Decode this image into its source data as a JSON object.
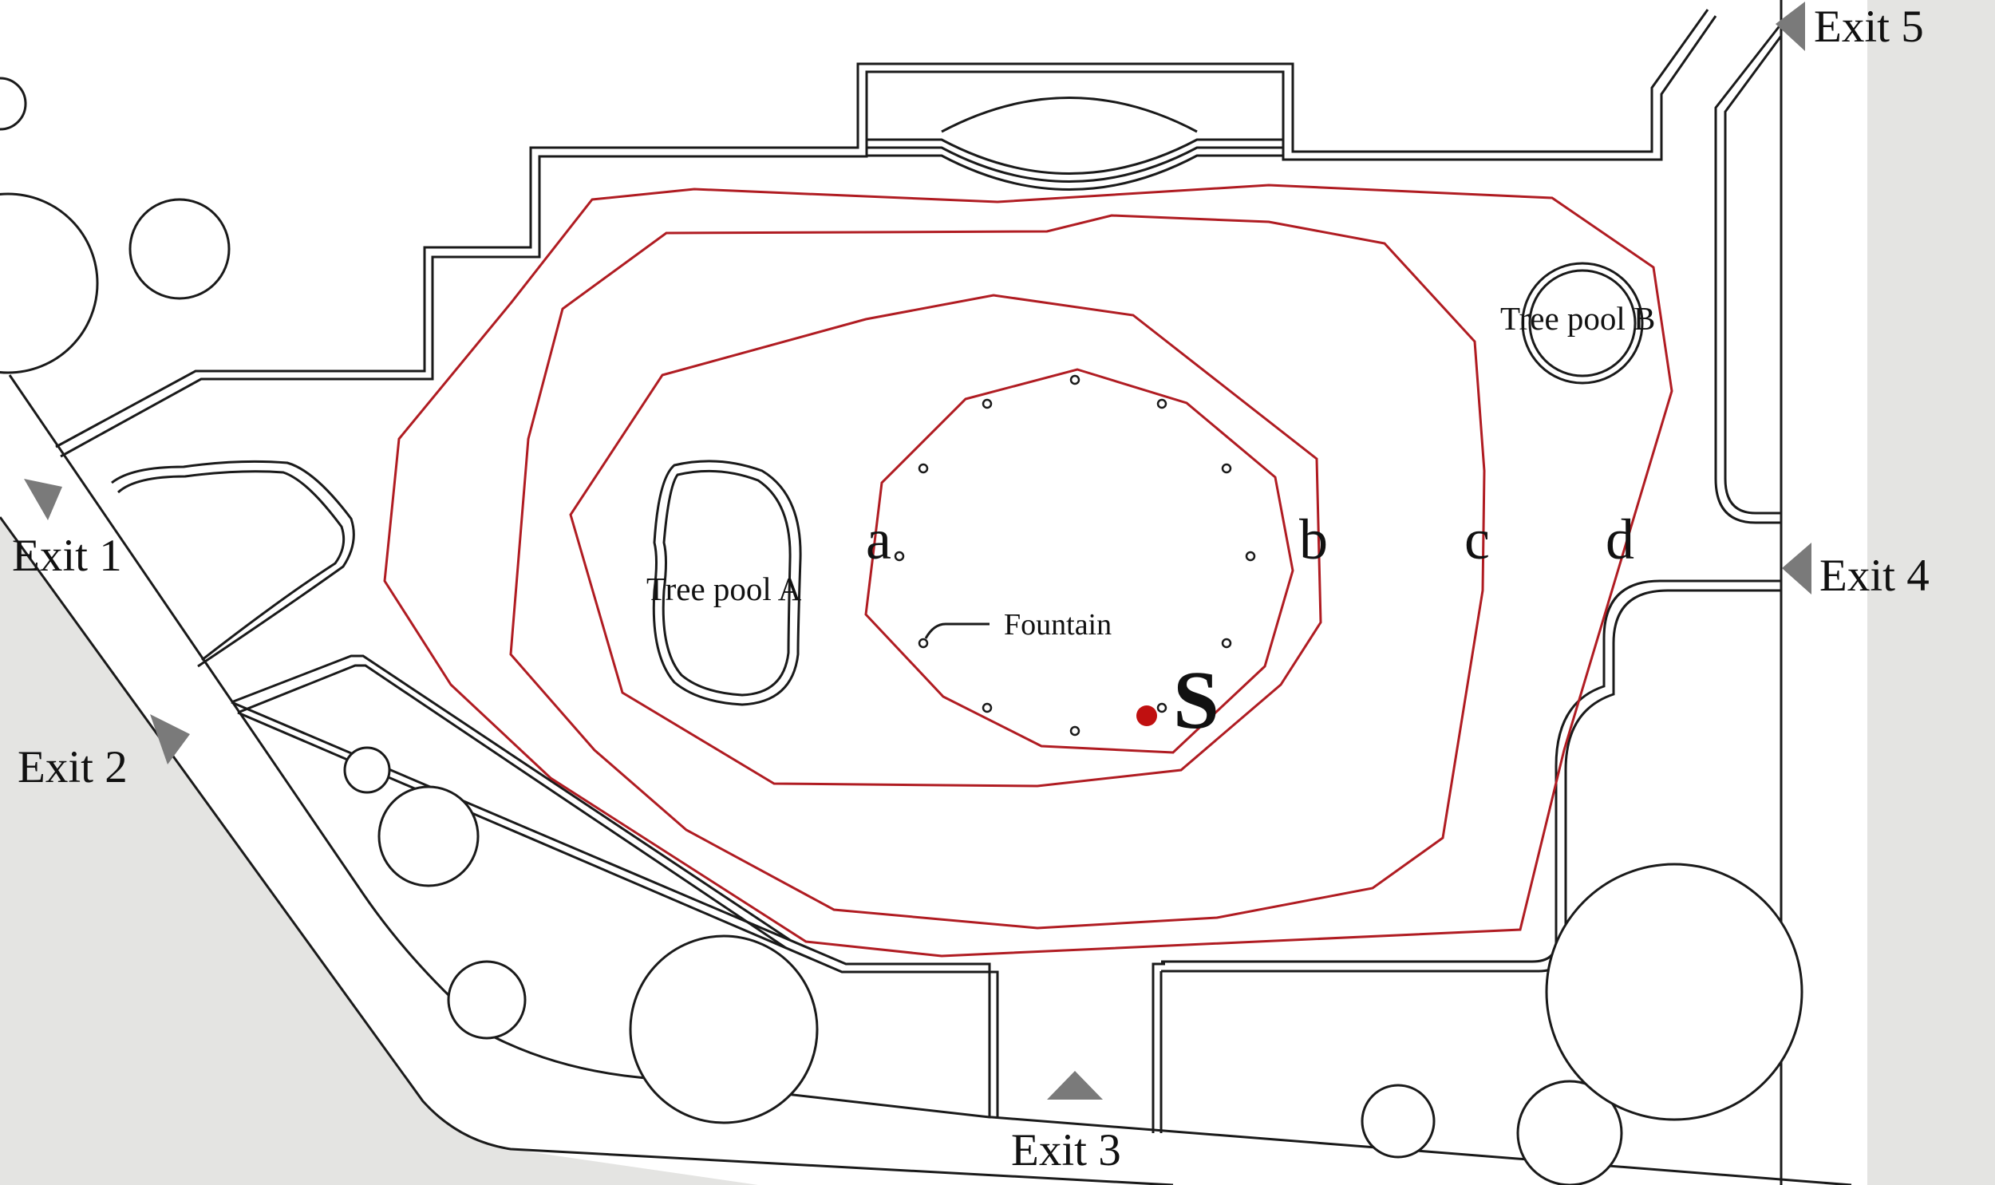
{
  "exits": {
    "exit1": "Exit 1",
    "exit2": "Exit 2",
    "exit3": "Exit 3",
    "exit4": "Exit 4",
    "exit5": "Exit 5"
  },
  "pools": {
    "tree_pool_a": "Tree pool A",
    "tree_pool_b": "Tree pool B"
  },
  "fountain": "Fountain",
  "zones": {
    "a": "a",
    "b": "b",
    "c": "c",
    "d": "d"
  },
  "source": "S",
  "colors": {
    "contour": "#b01c22",
    "source_dot": "#c01010",
    "outside_area": "#e4e4e2",
    "exit_marker": "#7a7a7a",
    "lines": "#1a1a1a"
  }
}
